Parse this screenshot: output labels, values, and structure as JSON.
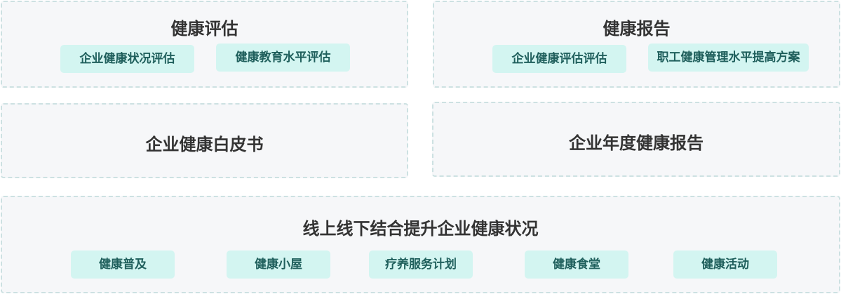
{
  "health_assessment": {
    "title": "健康评估",
    "items": [
      "企业健康状况评估",
      "健康教育水平评估"
    ]
  },
  "health_report": {
    "title": "健康报告",
    "items": [
      "企业健康评估评估",
      "职工健康管理水平提高方案"
    ]
  },
  "whitepaper": {
    "title": "企业健康白皮书"
  },
  "annual_report": {
    "title": "企业年度健康报告"
  },
  "online_offline": {
    "title": "线上线下结合提升企业健康状况",
    "items": [
      "健康普及",
      "健康小屋",
      "疗养服务计划",
      "健康食堂",
      "健康活动"
    ]
  }
}
